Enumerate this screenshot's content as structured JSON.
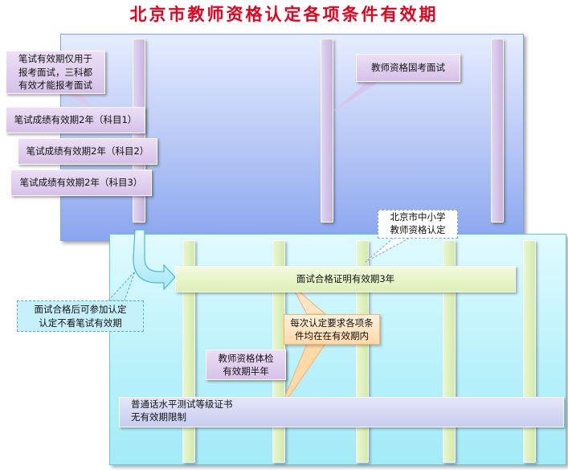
{
  "title": "北京市教师资格认定各项条件有效期",
  "notes": {
    "written_exam_note": [
      "笔试有效期仅用于",
      "报考面试，三科都",
      "有效才能报考面试"
    ],
    "national_interview": "教师资格国考面试",
    "beijing_certification": [
      "北京市中小学",
      "教师资格认定"
    ],
    "after_interview_note": [
      "面试合格后可参加认定",
      "认定不看笔试有效期"
    ],
    "each_certification_note": [
      "每次认定要求各项条",
      "件均在在有效期内"
    ]
  },
  "bars": {
    "subject1": "笔试成绩有效期2年（科目1）",
    "subject2": "笔试成绩有效期2年（科目2）",
    "subject3": "笔试成绩有效期2年（科目3）",
    "interview": "面试合格证明有效期3年",
    "physical": [
      "教师资格体检",
      "有效期半年"
    ],
    "mandarin": [
      "普通话水平测试等级证书",
      "无有效期限制"
    ]
  },
  "colors": {
    "title": "#e8001c",
    "exam_panel": "#b6c7f6",
    "certification_panel": "#b8f1fb",
    "purple_bar": "#d6c1e8",
    "green_bar": "#dcf0b6",
    "peach_callout": "#ffd9a8"
  }
}
